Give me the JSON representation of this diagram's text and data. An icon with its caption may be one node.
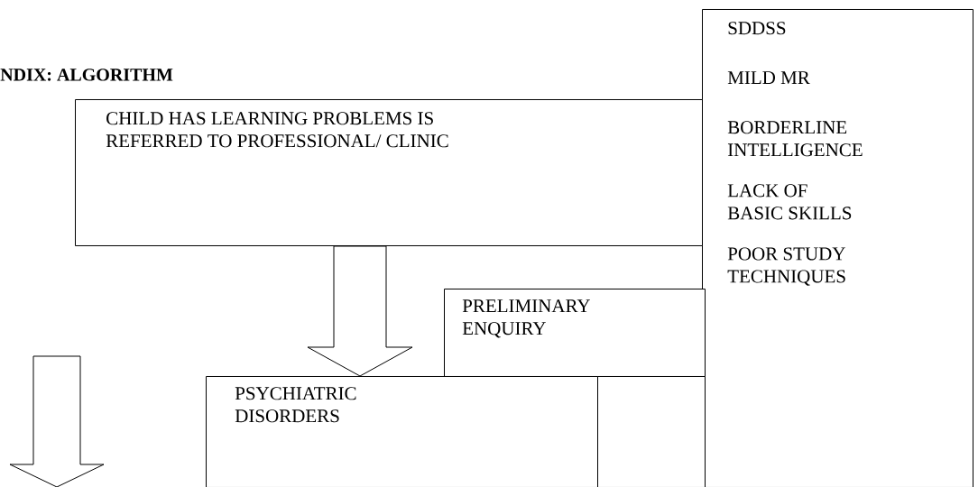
{
  "diagram": {
    "title": "NDIX:  ALGORITHM",
    "nodes": [
      {
        "text": [
          "CHILD HAS LEARNING PROBLEMS IS REFERRED TO PROFESSIONAL/ CLINIC"
        ]
      },
      {
        "text": [
          "SDDSS",
          "MILD MR",
          "BORDERLINE INTELLIGENCE",
          "LACK OF BASIC SKILLS",
          "POOR STUDY TECHNIQUES"
        ]
      },
      {
        "text": [
          "PRELIMINARY ENQUIRY"
        ]
      },
      {
        "text": [
          "PSYCHIATRIC DISORDERS"
        ]
      },
      {
        "text": [],
        "shape": "box"
      }
    ],
    "edges": [
      {
        "from": 0,
        "to": 3,
        "arrow": "to"
      }
    ]
  }
}
